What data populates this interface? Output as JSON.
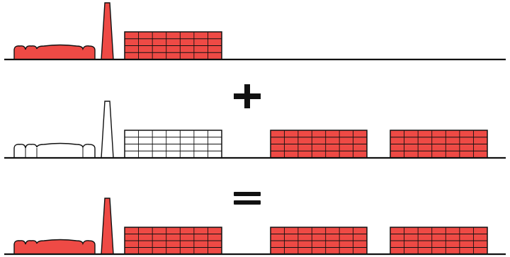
{
  "diagram": {
    "colors": {
      "fill_red": "#ee4a45",
      "outline": "#111111",
      "blank": "#ffffff"
    },
    "rows": [
      {
        "id": "existing",
        "ground": true,
        "items": [
          {
            "kind": "shed",
            "style": "filled"
          },
          {
            "kind": "chimney",
            "style": "filled"
          },
          {
            "kind": "block",
            "style": "filled",
            "cols": 7,
            "rows": 4
          }
        ]
      },
      {
        "id": "expansion",
        "operator": "plus",
        "ground": true,
        "items": [
          {
            "kind": "shed",
            "style": "outline"
          },
          {
            "kind": "chimney",
            "style": "outline"
          },
          {
            "kind": "block",
            "style": "outline",
            "cols": 7,
            "rows": 4
          },
          {
            "kind": "block",
            "style": "filled",
            "cols": 7,
            "rows": 4
          },
          {
            "kind": "block",
            "style": "filled",
            "cols": 7,
            "rows": 4
          }
        ]
      },
      {
        "id": "result",
        "operator": "equals",
        "ground": true,
        "items": [
          {
            "kind": "shed",
            "style": "filled"
          },
          {
            "kind": "chimney",
            "style": "filled"
          },
          {
            "kind": "block",
            "style": "filled",
            "cols": 7,
            "rows": 4
          },
          {
            "kind": "block",
            "style": "filled",
            "cols": 7,
            "rows": 4
          },
          {
            "kind": "block",
            "style": "filled",
            "cols": 7,
            "rows": 4
          }
        ]
      }
    ]
  }
}
